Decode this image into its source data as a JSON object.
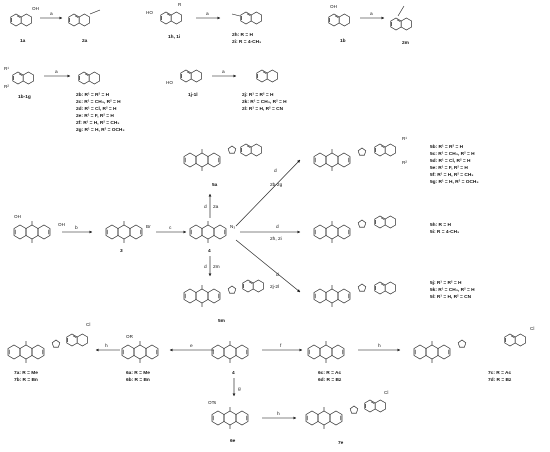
{
  "compounds": {
    "c1a": "1a",
    "c2a": "2a",
    "c1h": "1h, 1i",
    "c2h": "2h: R = H",
    "c2i": "2i: R = 4-CH₃",
    "c1b": "1b",
    "c2m": "2m",
    "c1b_1g": "1b-1g",
    "c1j": "1j-1l",
    "c2b": "2b: R¹ = R² = H",
    "c2c": "2c: R¹ = CH₃, R² = H",
    "c2d": "2d: R¹ = Cl, R² = H",
    "c2e": "2e: R¹ = F, R² = H",
    "c2f": "2f: R¹ = H, R² = CH₃",
    "c2g": "2g: R¹ = H, R² = OCH₃",
    "c2j": "2j: R¹ = R² = H",
    "c2k": "2k: R¹ = CH₃, R² = H",
    "c2l": "2l: R¹ = H, R² = CN",
    "c5a": "5a",
    "c3": "3",
    "c4": "4",
    "c4b": "4",
    "c5m": "5m",
    "c5b": "5b: R¹ = R² = H",
    "c5c": "5c: R¹ = CH₃, R² = H",
    "c5d": "5d: R¹ = Cl, R² = H",
    "c5e": "5e: R¹ = F, R² = H",
    "c5f": "5f: R¹ = H, R² = CH₃",
    "c5g": "5g: R¹ = H, R² = OCH₃",
    "c5h": "5h: R = H",
    "c5i": "5i: R = 4-CH₃",
    "c5j": "5j: R¹ = R² = H",
    "c5k": "5k: R¹ = CH₃, R² = H",
    "c5l": "5l: R¹ = H, R² = CN",
    "c7a": "7a: R = Me",
    "c7b": "7b: R = Bn",
    "c6a": "6a: R = Me",
    "c6b": "6b: R = Bn",
    "c6c": "6c: R = Ac",
    "c6d": "6d: R = Bz",
    "c7c": "7c: R = Ac",
    "c7d": "7d: R = Bz",
    "c6e": "6e",
    "c7e": "7e"
  },
  "arrows": {
    "a1": "a",
    "a2": "a",
    "a3": "a",
    "a4": "a",
    "a5": "a",
    "b": "b",
    "c": "c",
    "d1": "d",
    "d1s": "2b-2g",
    "d2": "d",
    "d2s": "2h, 2i",
    "d3": "d",
    "d3s": "2j-2l",
    "d4": "d",
    "d4s": "2a",
    "d5": "d",
    "d5s": "2m",
    "e": "e",
    "f": "f",
    "g": "g",
    "h1": "h",
    "h2": "h",
    "h3": "h"
  },
  "atoms": {
    "OH": "OH",
    "O": "O",
    "Br": "Br",
    "N3": "N₃",
    "Cl": "Cl",
    "OR": "OR",
    "OTs": "OTs",
    "R": "R",
    "R1": "R¹",
    "R2": "R²",
    "HO": "HO",
    "N": "N"
  }
}
